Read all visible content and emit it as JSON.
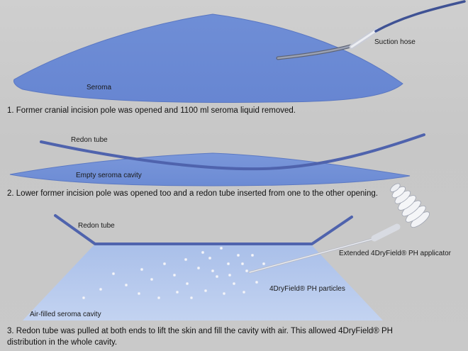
{
  "colors": {
    "background": "#c9c9c9",
    "seroma_fill": "#6f8fd6",
    "seroma_stroke": "#5a77c2",
    "cavity_light": "#b7c9ec",
    "tube": "#5569b5",
    "hose": "#4a5d9e"
  },
  "panel1": {
    "seroma_label": "Seroma",
    "suction_hose_label": "Suction hose",
    "caption": "1. Former cranial incision pole was opened and 1100 ml seroma liquid removed."
  },
  "panel2": {
    "redon_tube_label": "Redon tube",
    "empty_cavity_label": "Empty seroma cavity",
    "caption": "2. Lower former incision pole was opened too and a redon tube inserted from one to the other opening."
  },
  "panel3": {
    "redon_tube_label": "Redon tube",
    "applicator_label": "Extended 4DryField® PH applicator",
    "particles_label": "4DryField® PH particles",
    "cavity_label": "Air-filled seroma cavity",
    "caption_line1": "3. Redon tube was pulled at both ends to lift the skin and fill the cavity with air. This allowed 4DryField® PH",
    "caption_line2": "distribution in the whole cavity."
  }
}
